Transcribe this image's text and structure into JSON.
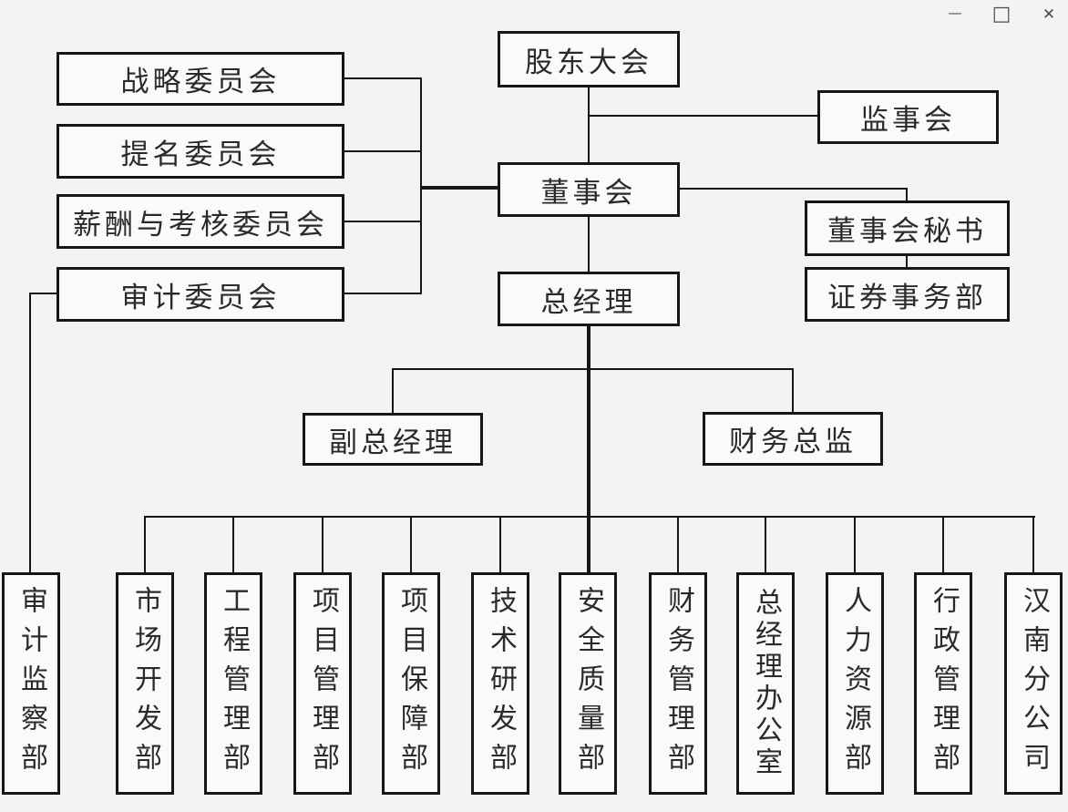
{
  "window": {
    "controls": {
      "minimize": "—",
      "maximize": "□",
      "close": "✕"
    }
  },
  "org_chart": {
    "nodes": {
      "shareholders_meeting": "股东大会",
      "supervisory_board": "监事会",
      "board_of_directors": "董事会",
      "board_secretary": "董事会秘书",
      "securities_affairs_dept": "证券事务部",
      "strategy_committee": "战略委员会",
      "nomination_committee": "提名委员会",
      "remuneration_appraisal_committee": "薪酬与考核委员会",
      "audit_committee": "审计委员会",
      "general_manager": "总经理",
      "deputy_general_manager": "副总经理",
      "finance_director": "财务总监"
    },
    "departments": [
      "审计监察部",
      "市场开发部",
      "工程管理部",
      "项目管理部",
      "项目保障部",
      "技术研发部",
      "安全质量部",
      "财务管理部",
      "总经理办公室",
      "人力资源部",
      "行政管理部",
      "汉南分公司"
    ]
  }
}
